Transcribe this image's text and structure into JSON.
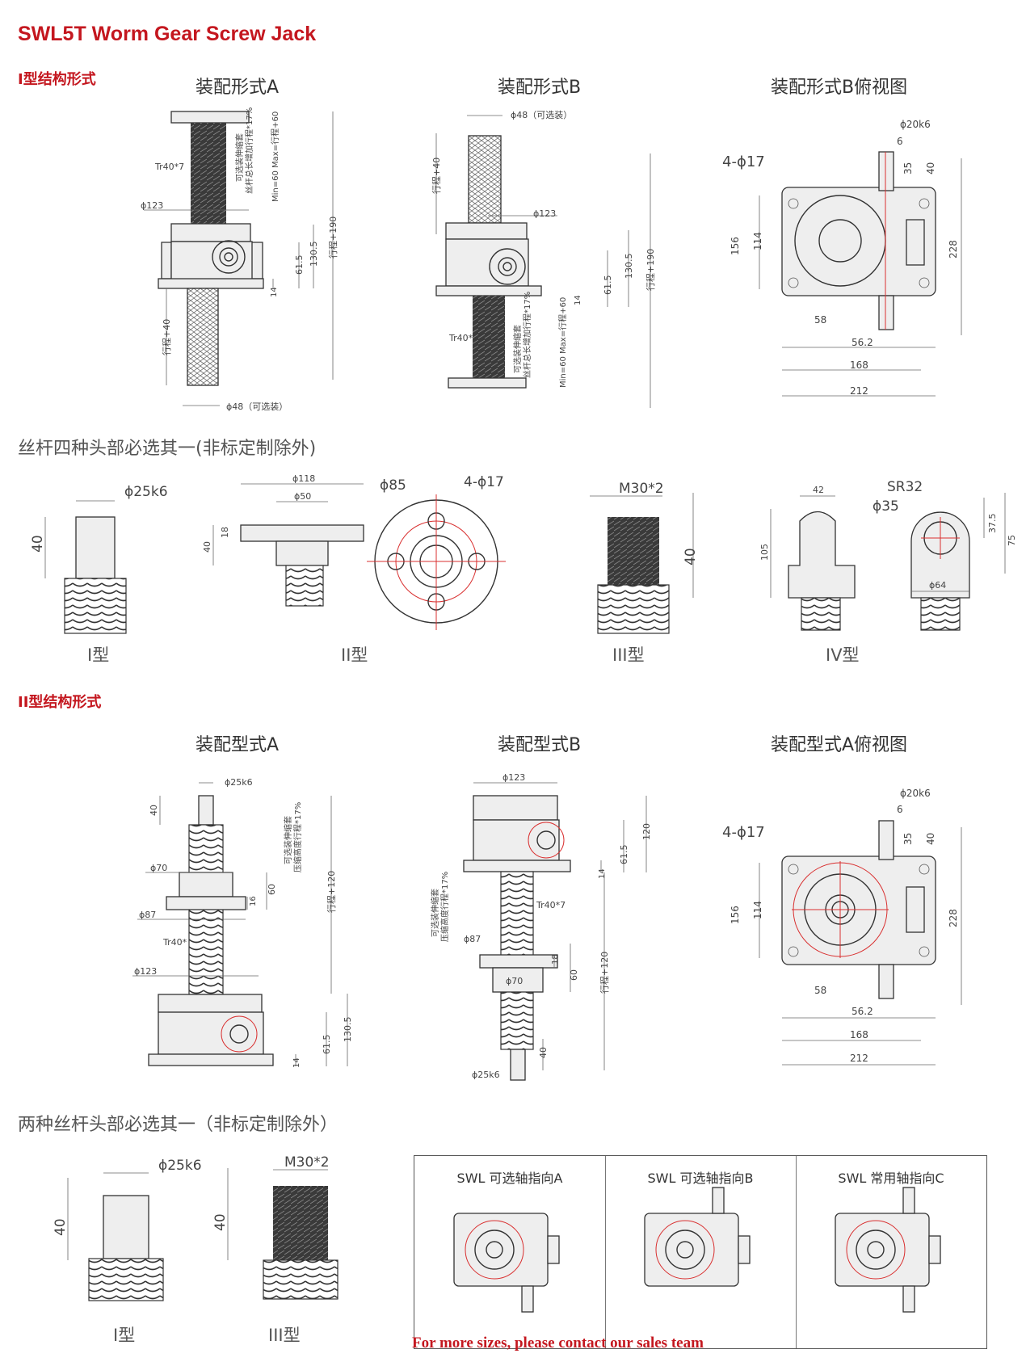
{
  "header": {
    "title": "SWL5T Worm Gear Screw Jack"
  },
  "section1": {
    "title": "I型结构形式",
    "views": {
      "a": "装配形式A",
      "b": "装配形式B",
      "c": "装配形式B俯视图"
    },
    "dims_a": {
      "tr": "Tr40*7",
      "d123": "ϕ123",
      "d48": "ϕ48（可选装）",
      "stroke190": "行程+190",
      "h1305": "130.5",
      "h615": "61.5",
      "h14": "14",
      "stroke40": "行程+40",
      "note1": "可选装伸缩套",
      "note2": "丝杆总长增加行程*17%",
      "minmax": "Min=60  Max=行程+60"
    },
    "dims_b": {
      "tr": "Tr40*",
      "d123": "ϕ123",
      "d48": "ϕ48（可选装）",
      "stroke190": "行程+190",
      "h1305": "130.5",
      "h615": "61.5",
      "h14": "14",
      "stroke40": "行程+40",
      "note1": "可选装伸缩套",
      "note2": "丝杆总长增加行程*17%",
      "minmax": "Min=60  Max=行程+60"
    },
    "dims_top": {
      "holes": "4-ϕ17",
      "shaft": "ϕ20k6",
      "key": "6",
      "h35": "35",
      "h40": "40",
      "h156": "156",
      "h114": "114",
      "h228": "228",
      "w58": "58",
      "w562": "56.2",
      "w168": "168",
      "w212": "212"
    }
  },
  "heads1": {
    "title": "丝杆四种头部必选其一(非标定制除外)",
    "t1": {
      "label": "I型",
      "dia": "ϕ25k6",
      "h": "40"
    },
    "t2": {
      "label": "II型",
      "d118": "ϕ118",
      "d50": "ϕ50",
      "h18": "18",
      "h40": "40",
      "d85": "ϕ85",
      "holes": "4-ϕ17"
    },
    "t3": {
      "label": "III型",
      "thread": "M30*2",
      "h": "40"
    },
    "t4": {
      "label": "IV型",
      "w42": "42",
      "sr": "SR32",
      "d35": "ϕ35",
      "h105": "105",
      "h375": "37.5",
      "h75": "75",
      "d64": "ϕ64"
    }
  },
  "section2": {
    "title": "II型结构形式",
    "views": {
      "a": "装配型式A",
      "b": "装配型式B",
      "c": "装配型式A俯视图"
    },
    "dims_a": {
      "d25": "ϕ25k6",
      "h40": "40",
      "d70": "ϕ70",
      "h60": "60",
      "h16": "16",
      "d87": "ϕ87",
      "tr": "Tr40*",
      "d123": "ϕ123",
      "h1305": "130.5",
      "h615": "61.5",
      "h14": "14",
      "stroke120": "行程+120",
      "note1": "可选装伸缩套",
      "note2": "压缩高度行程*17%"
    },
    "dims_b": {
      "d123": "ϕ123",
      "h120": "120",
      "h615": "61.5",
      "h14": "14",
      "tr": "Tr40*7",
      "d87": "ϕ87",
      "h18": "18",
      "d70": "ϕ70",
      "h60": "60",
      "stroke120": "行程+120",
      "h40": "40",
      "d25": "ϕ25k6",
      "note1": "可选装伸缩套",
      "note2": "压缩高度行程*17%"
    },
    "dims_top": {
      "holes": "4-ϕ17",
      "shaft": "ϕ20k6",
      "key": "6",
      "h35": "35",
      "h40": "40",
      "h156": "156",
      "h114": "114",
      "h228": "228",
      "w58": "58",
      "w562": "56.2",
      "w168": "168",
      "w212": "212"
    }
  },
  "heads2": {
    "title": "两种丝杆头部必选其一（非标定制除外）",
    "t1": {
      "label": "I型",
      "dia": "ϕ25k6",
      "h": "40"
    },
    "t3": {
      "label": "III型",
      "thread": "M30*2",
      "h": "40"
    }
  },
  "axis": {
    "a": "SWL 可选轴指向A",
    "b": "SWL 可选轴指向B",
    "c": "SWL 常用轴指向C"
  },
  "footer": {
    "note": "For more sizes, please contact our sales team"
  }
}
